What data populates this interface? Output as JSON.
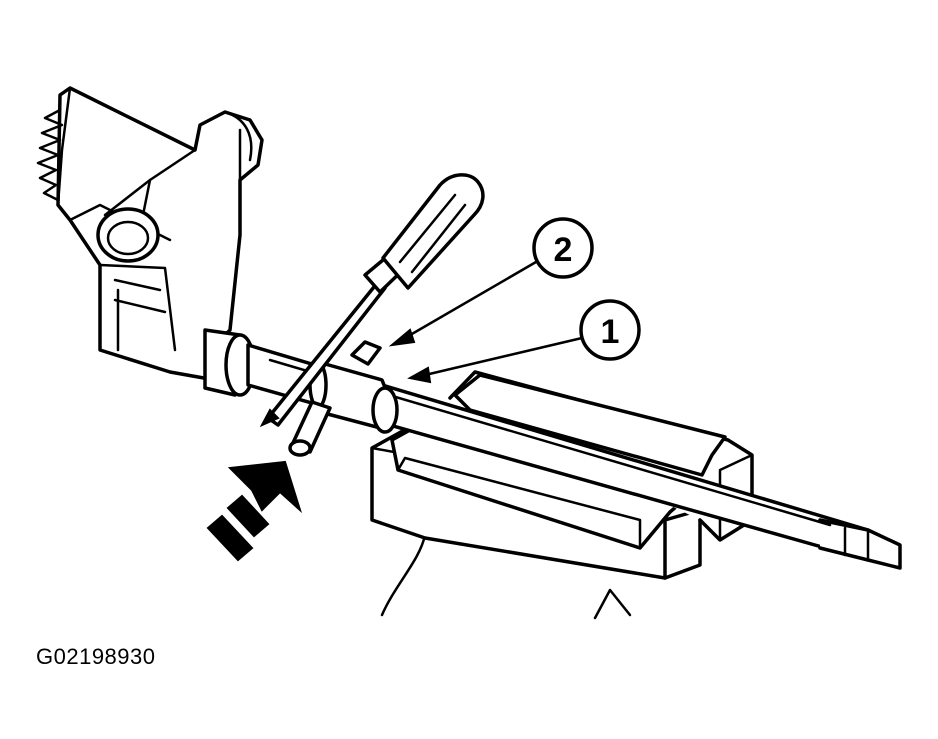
{
  "figure": {
    "id_label": "G02198930",
    "callouts": [
      {
        "number": "1"
      },
      {
        "number": "2"
      }
    ],
    "icons": [
      "screwdriver-icon",
      "roll-pin-icon",
      "vise-icon",
      "direction-arrow-icon"
    ],
    "ink_color": "#000000",
    "background_color": "#ffffff"
  }
}
